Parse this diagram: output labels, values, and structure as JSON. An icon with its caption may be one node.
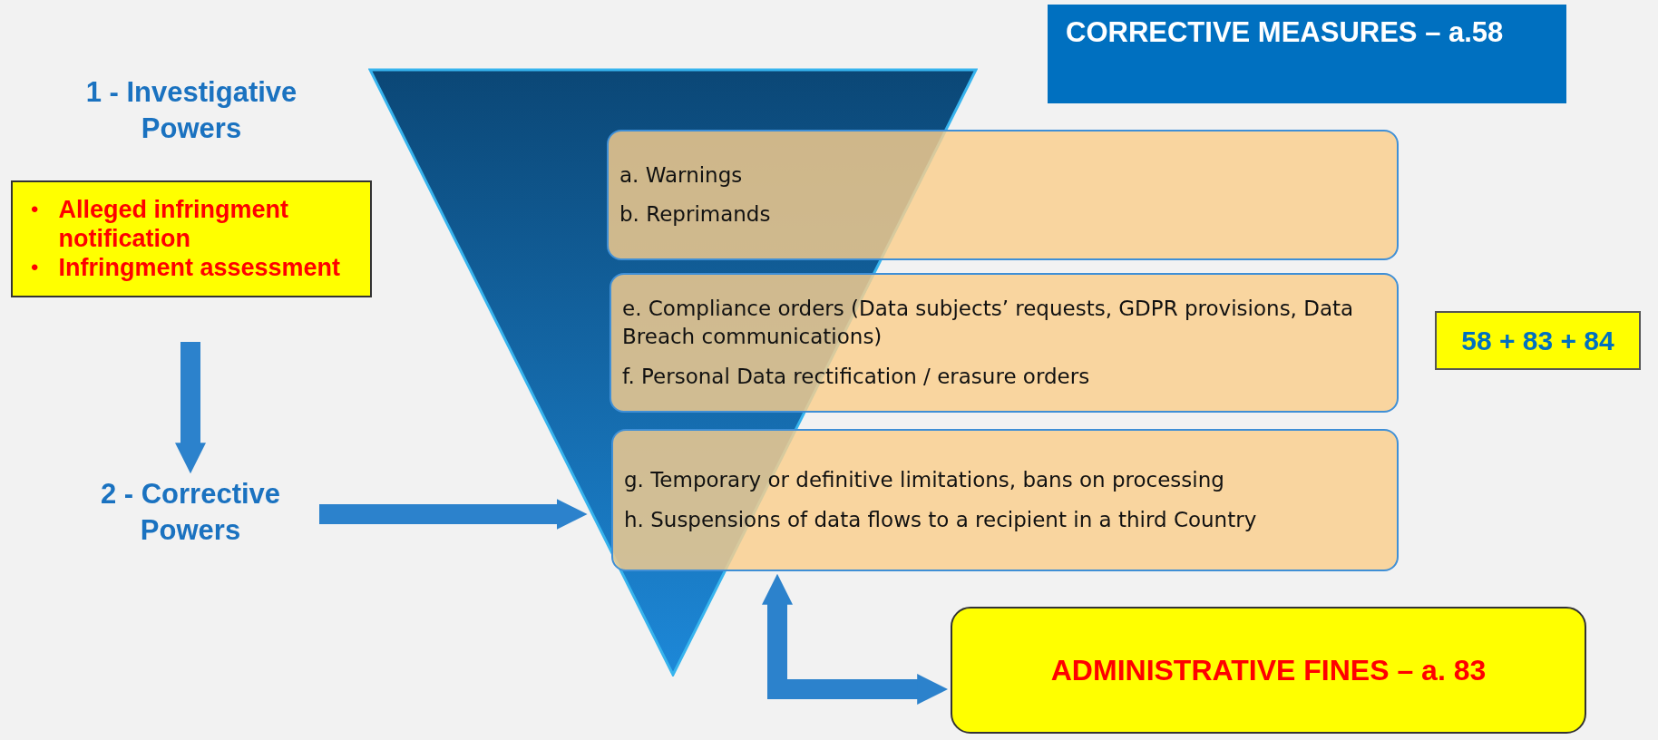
{
  "diagram": {
    "nodes": [
      {
        "text": [
          "1 - Investigative Powers",
          "Alleged infringment notification",
          "Infringment assessment"
        ]
      },
      {
        "text": [
          "2 - Corrective Powers"
        ]
      },
      {
        "text": [],
        "shape": "triangle"
      },
      {
        "text": [
          "CORRECTIVE MEASURES – a.58"
        ]
      },
      {
        "text": [
          "a. Warnings",
          "b. Reprimands"
        ]
      },
      {
        "text": [
          "e. Compliance orders (Data subjects’ requests, GDPR provisions, Data Breach communications)",
          "f. Personal Data rectification / erasure orders"
        ]
      },
      {
        "text": [
          "g. Temporary or definitive limitations, bans on processing",
          "h. Suspensions of data flows to a recipient in a third Country"
        ]
      },
      {
        "text": [
          "58 + 83 + 84"
        ]
      },
      {
        "text": [
          "ADMINISTRATIVE FINES – a. 83"
        ]
      }
    ],
    "edges": [
      {
        "from": 0,
        "to": 1,
        "arrow": "to"
      },
      {
        "from": 1,
        "to": 2,
        "arrow": "to"
      },
      {
        "from": 6,
        "to": 8,
        "arrow": "both"
      }
    ],
    "labels": [
      "•",
      "•"
    ]
  }
}
